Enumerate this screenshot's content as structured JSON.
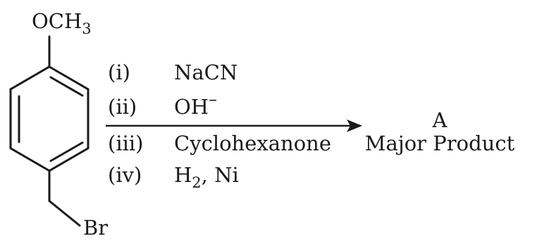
{
  "molecule": {
    "substituent_top": {
      "main": "OCH",
      "sub": "3"
    },
    "substituent_bottom": "Br"
  },
  "reagents": [
    {
      "number": "(i)",
      "text": "NaCN"
    },
    {
      "number": "(ii)",
      "text": "OH",
      "superscript": "–"
    },
    {
      "number": "(iii)",
      "text": "Cyclohexanone"
    },
    {
      "number": "(iv)",
      "text_a": "H",
      "sub": "2",
      "text_b": ", Ni"
    }
  ],
  "product": {
    "label": "A",
    "caption": "Major Product"
  },
  "colors": {
    "ink": "#1a1a1a",
    "background": "#ffffff"
  }
}
